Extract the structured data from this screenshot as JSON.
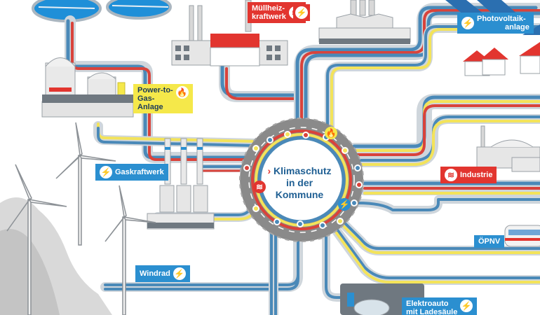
{
  "center": {
    "line1": "Klimaschutz",
    "line2": "in der",
    "line3": "Kommune",
    "marker": "›"
  },
  "labels": {
    "muellheiz": [
      "Müllheiz-",
      "kraftwerk"
    ],
    "photovoltaik": [
      "Photovoltaik-",
      "anlage"
    ],
    "power_to_gas": [
      "Power-to-",
      "Gas-",
      "Anlage"
    ],
    "gaskraftwerk": "Gaskraftwerk",
    "industrie": "Industrie",
    "oepnv": "ÖPNV",
    "windrad": "Windrad",
    "elektroauto": [
      "Elektroauto",
      "mit Ladesäule"
    ]
  },
  "icons": {
    "lightning": "⚡",
    "flame": "🔥",
    "heat": "≋"
  },
  "colors": {
    "pipe_blue": "#4a89b8",
    "pipe_red": "#d9433b",
    "pipe_yellow": "#f3e35a",
    "pipe_grey": "#9aa7b3",
    "label_blue": "#2b8fd0",
    "label_red": "#e2352f",
    "label_yellow": "#f5e84a",
    "road": "#8a8a8a",
    "center_text": "#1f5f93"
  }
}
